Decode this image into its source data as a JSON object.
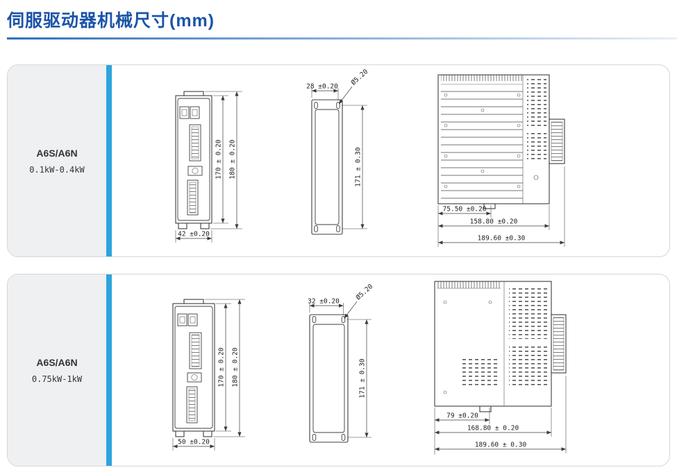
{
  "page": {
    "title": "伺服驱动器机械尺寸(mm)"
  },
  "colors": {
    "title_blue": "#1b54a8",
    "accent_bar": "#2da4dc",
    "panel_label_bg": "#eef0f2",
    "drawing_line": "#3c3c3c"
  },
  "panels": [
    {
      "model": "A6S/A6N",
      "power": "0.1kW-0.4kW",
      "front_view": {
        "dim_height_body": "170 ± 0.20",
        "dim_height_overall": "180 ± 0.20",
        "dim_width": "42 ±0.20"
      },
      "back_view": {
        "dim_top": "28 ±0.20",
        "dim_hole": "Ø5.20",
        "dim_height": "171 ± 0.30"
      },
      "side_view": {
        "dim_depth_1": "75.50 ±0.20",
        "dim_depth_2": "158.80 ±0.20",
        "dim_depth_overall": "189.60 ±0.30"
      }
    },
    {
      "model": "A6S/A6N",
      "power": "0.75kW-1kW",
      "front_view": {
        "dim_height_body": "170 ± 0.20",
        "dim_height_overall": "180 ± 0.20",
        "dim_width": "50 ±0.20"
      },
      "back_view": {
        "dim_top": "32 ±0.20",
        "dim_hole": "Ø5.20",
        "dim_height": "171 ± 0.30"
      },
      "side_view": {
        "dim_depth_1": "79 ±0.20",
        "dim_depth_2": "168.80 ± 0.20",
        "dim_depth_overall": "189.60 ± 0.30"
      }
    }
  ]
}
